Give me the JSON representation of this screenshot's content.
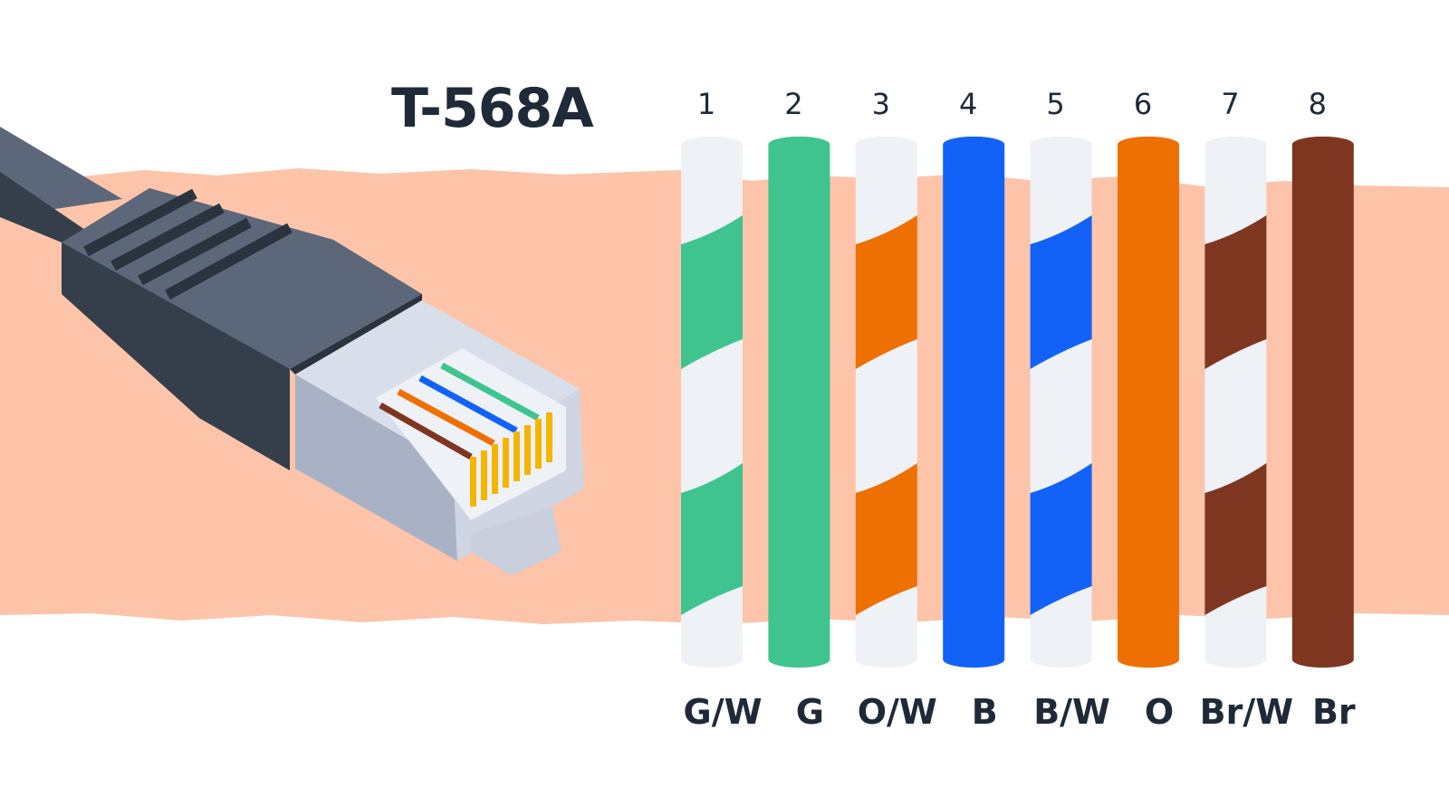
{
  "title": "T-568A",
  "colors": {
    "band": "#fdc4a9",
    "white_wire": "#eef1f6",
    "text": "#1e2a38"
  },
  "wires": [
    {
      "number": "1",
      "label": "G/W",
      "color": "#3fc48f",
      "striped": true
    },
    {
      "number": "2",
      "label": "G",
      "color": "#3fc48f",
      "striped": false
    },
    {
      "number": "3",
      "label": "O/W",
      "color": "#ee6f02",
      "striped": true
    },
    {
      "number": "4",
      "label": "B",
      "color": "#1262f8",
      "striped": false
    },
    {
      "number": "5",
      "label": "B/W",
      "color": "#1262f8",
      "striped": true
    },
    {
      "number": "6",
      "label": "O",
      "color": "#ee6f02",
      "striped": false
    },
    {
      "number": "7",
      "label": "Br/W",
      "color": "#7f3620",
      "striped": true
    },
    {
      "number": "8",
      "label": "Br",
      "color": "#7f3620",
      "striped": false
    }
  ]
}
